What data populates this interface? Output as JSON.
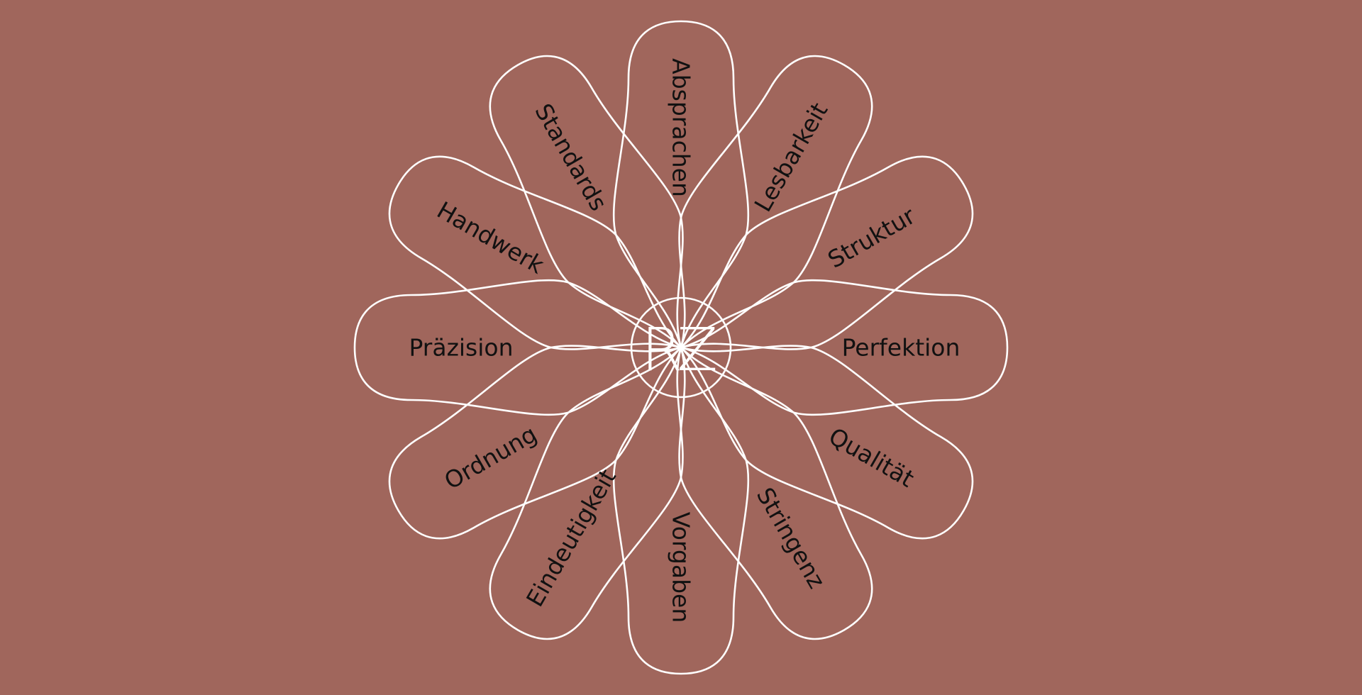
{
  "logo": {
    "text": "RZ"
  },
  "colors": {
    "background": "#a0665c",
    "outline": "#ffffff",
    "label": "#111111"
  },
  "petals": [
    "Perfektion",
    "Qualität",
    "Stringenz",
    "Vorgaben",
    "Eindeutigkeit",
    "Ordnung",
    "Präzision",
    "Handwerk",
    "Standards",
    "Absprachen",
    "Lesbarkeit",
    "Struktur"
  ]
}
